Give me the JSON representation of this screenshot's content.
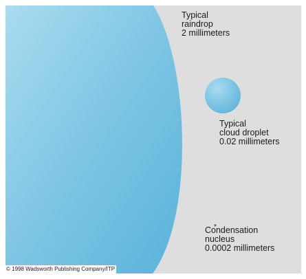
{
  "raindrop": {
    "line1": "Typical",
    "line2": "raindrop",
    "line3": "2 millimeters"
  },
  "cloud_droplet": {
    "line1": "Typical",
    "line2": "cloud droplet",
    "line3": "0.02 millimeters"
  },
  "condensation_nucleus": {
    "marker": "*",
    "line1": "Condensation",
    "line2": "nucleus",
    "line3": "0.0002 millimeters"
  },
  "copyright": "© 1998 Wadsworth Publishing Company/ITP",
  "colors": {
    "background": "#dedede",
    "drop_light": "#a9dcef",
    "drop_dark": "#5fb6dc"
  }
}
